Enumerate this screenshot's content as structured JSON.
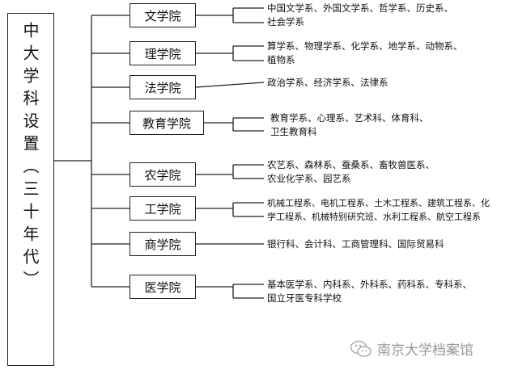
{
  "main_title": "中大学科设置（三十年代）",
  "colleges": [
    {
      "name": "文学院",
      "desc": [
        "中国文学系、外国文学系、哲学系、历史系、",
        "社会学系"
      ]
    },
    {
      "name": "理学院",
      "desc": [
        "算学系、物理学系、化学系、地学系、动物系、",
        "植物系"
      ]
    },
    {
      "name": "法学院",
      "desc": [
        "政治学系、经济学系、法律系"
      ]
    },
    {
      "name": "教育学院",
      "desc": [
        "教育学系、心理系、艺术科、体育科、",
        "卫生教育科"
      ]
    },
    {
      "name": "农学院",
      "desc": [
        "农艺系、森林系、蚕桑系、畜牧兽医系、",
        "农业化学系、园艺系"
      ]
    },
    {
      "name": "工学院",
      "desc": [
        "机械工程系、电机工程系、土木工程系、建筑工程系、化",
        "学工程系、机械特别研究班、水利工程系、航空工程系"
      ]
    },
    {
      "name": "商学院",
      "desc": [
        "银行科、会计科、工商管理科、国际贸易科"
      ]
    },
    {
      "name": "医学院",
      "desc": [
        "基本医学系、内科系、外科系、药科系、专科系、",
        "国立牙医专科学校"
      ]
    }
  ],
  "watermark": {
    "text": "南京大学档案馆",
    "icon": "wechat-icon"
  }
}
